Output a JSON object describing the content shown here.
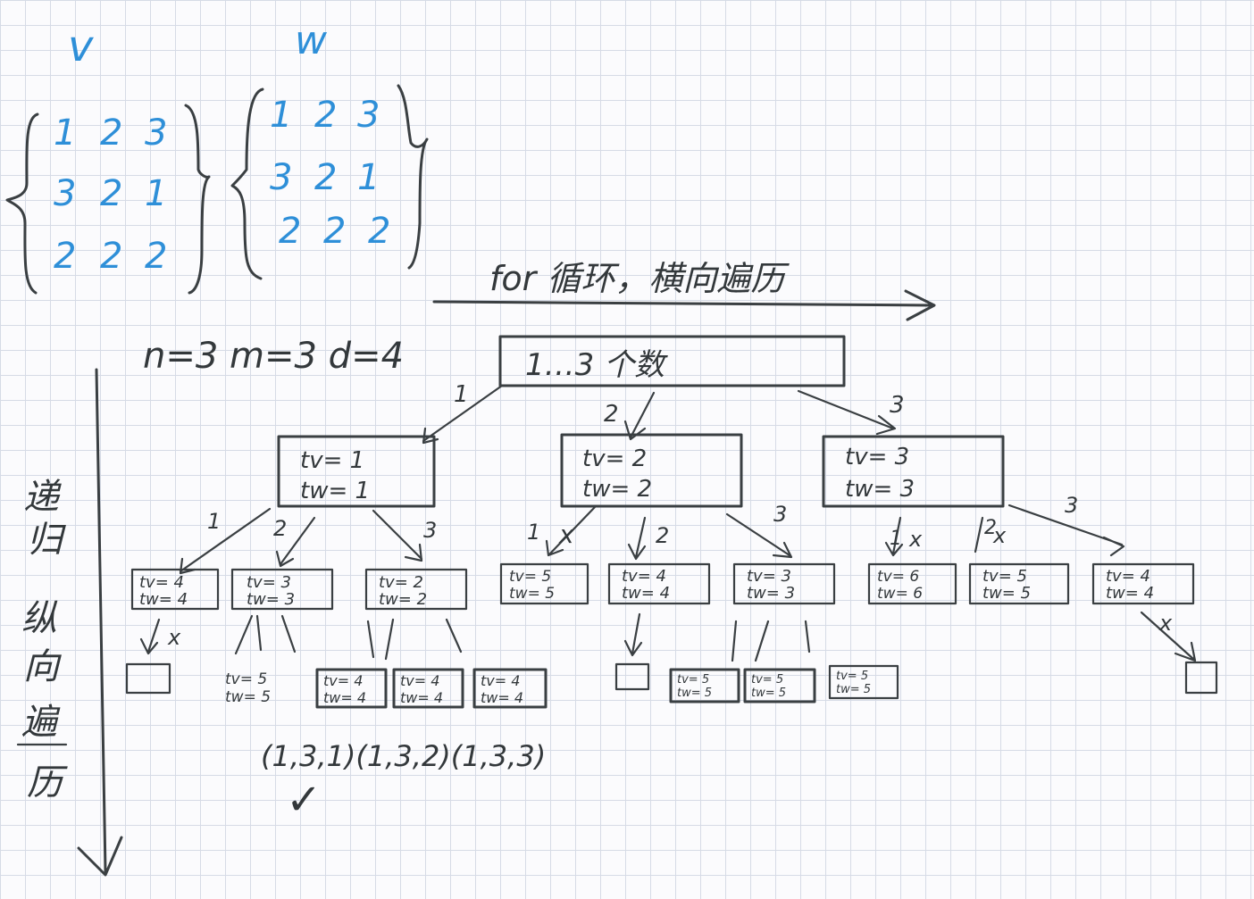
{
  "top": {
    "v_label": "v",
    "w_label": "w",
    "v_matrix": [
      [
        "1",
        "2",
        "3"
      ],
      [
        "3",
        "2",
        "1"
      ],
      [
        "2",
        "2",
        "2"
      ]
    ],
    "w_matrix": [
      [
        "1",
        "2",
        "3"
      ],
      [
        "3",
        "2",
        "1"
      ],
      [
        "2",
        "2",
        "2"
      ]
    ],
    "params": "n=3 m=3 d=4",
    "for_loop_label": "for 循环，横向遍历",
    "vertical_label": [
      "递",
      "归",
      "纵",
      "向",
      "遍",
      "历"
    ]
  },
  "root": {
    "label": "1…3 个数"
  },
  "edges_level1": [
    "1",
    "2",
    "3"
  ],
  "level1": [
    {
      "tv": "tv= 1",
      "tw": "tw= 1"
    },
    {
      "tv": "tv= 2",
      "tw": "tw= 2"
    },
    {
      "tv": "tv= 3",
      "tw": "tw= 3"
    }
  ],
  "edges_level2": [
    "1",
    "2",
    "3",
    "1",
    "2",
    "3",
    "1",
    "2",
    "3"
  ],
  "level2": [
    {
      "tv": "tv= 4",
      "tw": "tw= 4"
    },
    {
      "tv": "tv= 3",
      "tw": "tw= 3"
    },
    {
      "tv": "tv= 2",
      "tw": "tw= 2"
    },
    {
      "tv": "tv= 5",
      "tw": "tw= 5"
    },
    {
      "tv": "tv= 4",
      "tw": "tw= 4"
    },
    {
      "tv": "tv= 3",
      "tw": "tw= 3"
    },
    {
      "tv": "tv= 6",
      "tw": "tw= 6"
    },
    {
      "tv": "tv= 5",
      "tw": "tw= 5"
    },
    {
      "tv": "tv= 4",
      "tw": "tw= 4"
    }
  ],
  "level3_unboxed": {
    "tv": "tv= 5",
    "tw": "tw= 5"
  },
  "level3_boxes": [
    {
      "tv": "tv= 4",
      "tw": "tw= 4"
    },
    {
      "tv": "tv= 4",
      "tw": "tw= 4"
    },
    {
      "tv": "tv= 4",
      "tw": "tw= 4"
    },
    {
      "tv": "tv= 5",
      "tw": "tw= 5"
    },
    {
      "tv": "tv= 5",
      "tw": "tw= 5"
    },
    {
      "tv": "tv= 5",
      "tw": "tw= 5"
    }
  ],
  "marks": {
    "cross": "x",
    "check": "✓"
  },
  "tuples": "(1,3,1)(1,3,2)(1,3,3)"
}
